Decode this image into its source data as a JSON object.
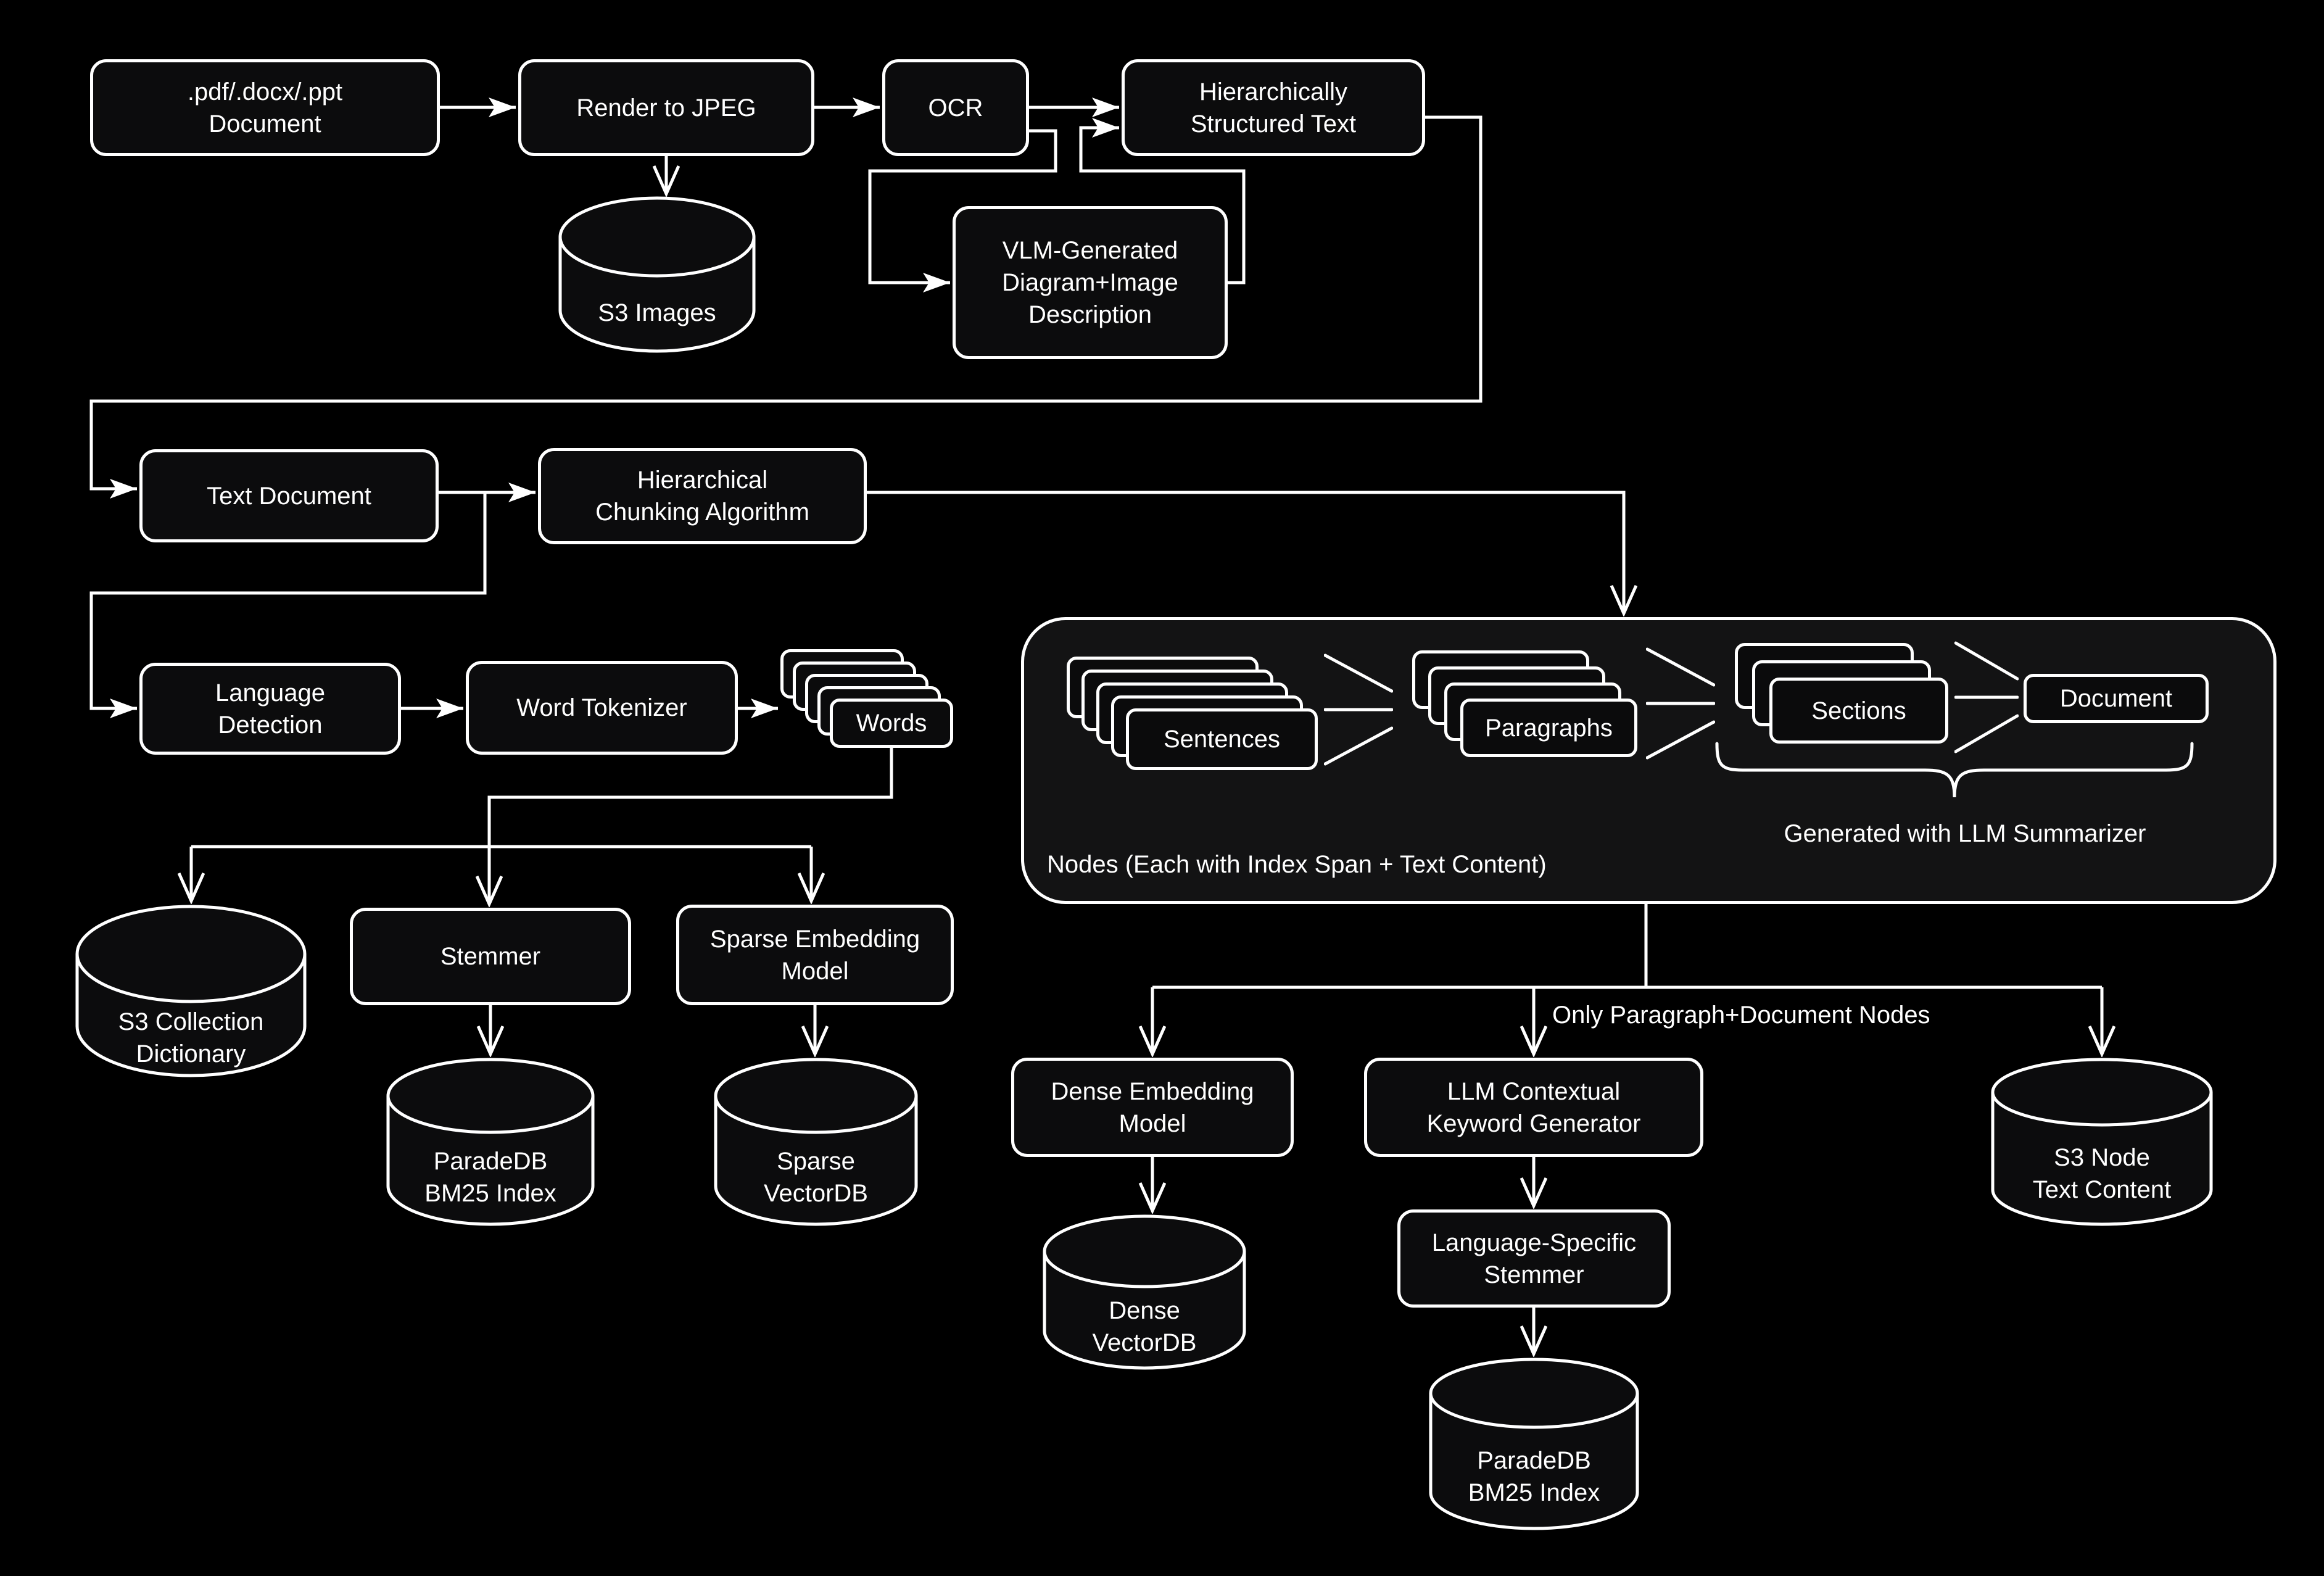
{
  "colors": {
    "background": "#000000",
    "stroke": "#ffffff",
    "text": "#ffffff",
    "shape_fill": "#0c0c0d",
    "container_fill": "#131314"
  },
  "nodes": {
    "pdf_doc": {
      "label": ".pdf/.docx/.ppt\nDocument"
    },
    "render_jpeg": {
      "label": "Render to JPEG"
    },
    "ocr": {
      "label": "OCR"
    },
    "hier_text": {
      "label": "Hierarchically\nStructured Text"
    },
    "s3_images": {
      "label": "S3 Images"
    },
    "vlm_desc": {
      "label": "VLM-Generated\nDiagram+Image\nDescription"
    },
    "text_document": {
      "label": "Text Document"
    },
    "chunking": {
      "label": "Hierarchical\nChunking Algorithm"
    },
    "lang_detect": {
      "label": "Language\nDetection"
    },
    "word_tokenizer": {
      "label": "Word Tokenizer"
    },
    "words": {
      "label": "Words"
    },
    "sentences": {
      "label": "Sentences"
    },
    "paragraphs": {
      "label": "Paragraphs"
    },
    "sections": {
      "label": "Sections"
    },
    "document": {
      "label": "Document"
    },
    "s3_collection": {
      "label": "S3 Collection\nDictionary"
    },
    "stemmer": {
      "label": "Stemmer"
    },
    "sparse_embed": {
      "label": "Sparse Embedding\nModel"
    },
    "paradedb_bm25": {
      "label": "ParadeDB\nBM25 Index"
    },
    "sparse_vdb": {
      "label": "Sparse\nVectorDB"
    },
    "dense_embed": {
      "label": "Dense Embedding\nModel"
    },
    "llm_keyword": {
      "label": "LLM Contextual\nKeyword Generator"
    },
    "s3_node_text": {
      "label": "S3 Node\nText Content"
    },
    "dense_vdb": {
      "label": "Dense\nVectorDB"
    },
    "lang_stemmer": {
      "label": "Language-Specific\nStemmer"
    },
    "paradedb_bm25_2": {
      "label": "ParadeDB\nBM25 Index"
    }
  },
  "annotations": {
    "nodes_note": "Nodes (Each with Index Span + Text Content)",
    "summarizer_note": "Generated with LLM Summarizer",
    "only_note": "Only Paragraph+Document Nodes"
  }
}
